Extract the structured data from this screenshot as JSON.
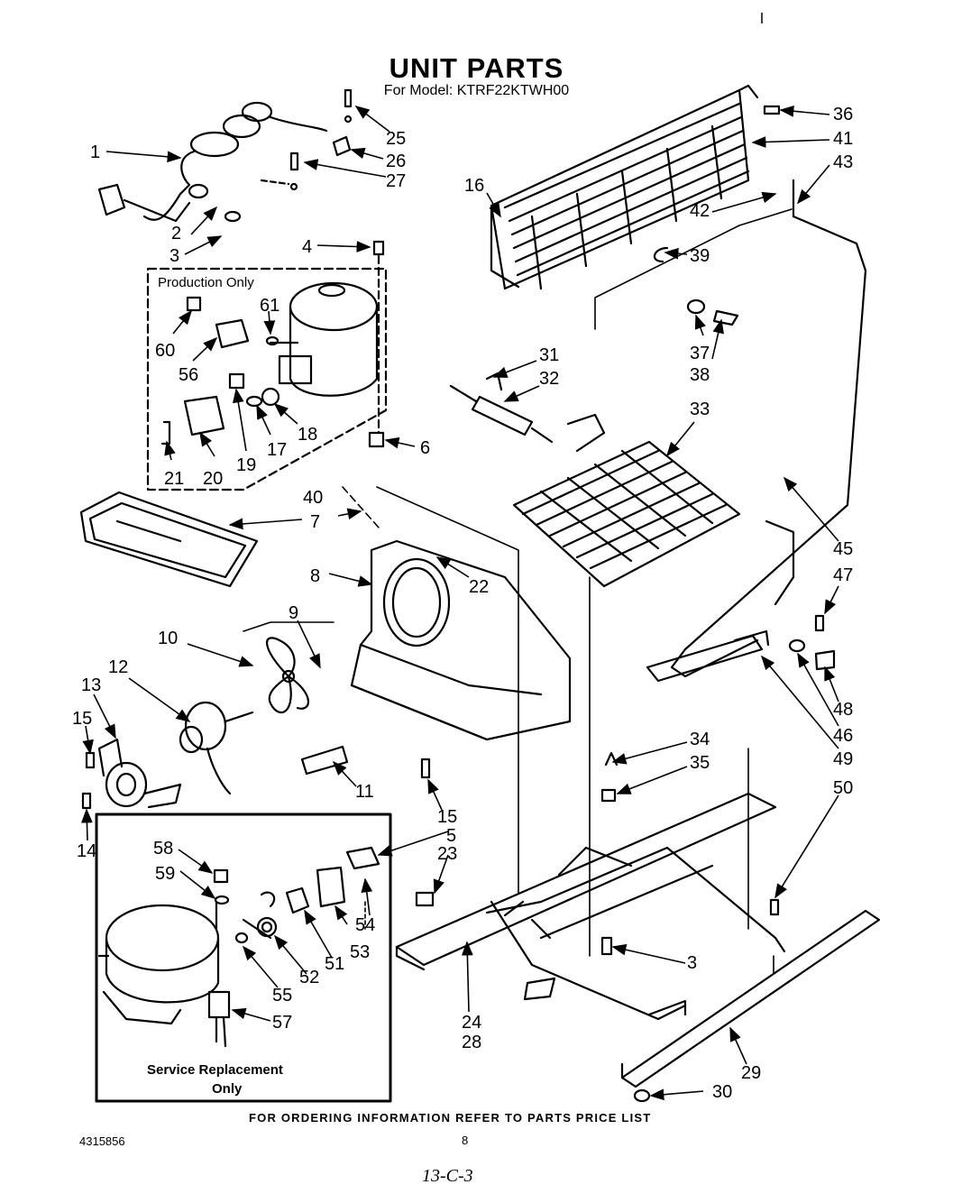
{
  "header": {
    "title": "UNIT PARTS",
    "model": "For Model: KTRF22KTWH00"
  },
  "box_labels": {
    "production_only": "Production Only",
    "service_replacement_line1": "Service Replacement",
    "service_replacement_line2": "Only"
  },
  "footer": {
    "ordering_note": "FOR ORDERING INFORMATION REFER TO PARTS PRICE LIST",
    "doc_number": "4315856",
    "page_number": "8",
    "handwritten_note": "13-C-3"
  },
  "callouts": [
    "1",
    "2",
    "3",
    "4",
    "25",
    "26",
    "27",
    "61",
    "60",
    "56",
    "19",
    "17",
    "18",
    "20",
    "21",
    "6",
    "40",
    "7",
    "8",
    "22",
    "9",
    "10",
    "12",
    "13",
    "15",
    "14",
    "11",
    "15",
    "5",
    "23",
    "58",
    "59",
    "54",
    "53",
    "51",
    "52",
    "55",
    "57",
    "16",
    "36",
    "41",
    "43",
    "42",
    "39",
    "37",
    "38",
    "31",
    "32",
    "33",
    "45",
    "47",
    "48",
    "46",
    "49",
    "34",
    "35",
    "50",
    "3",
    "24",
    "28",
    "29",
    "30"
  ]
}
